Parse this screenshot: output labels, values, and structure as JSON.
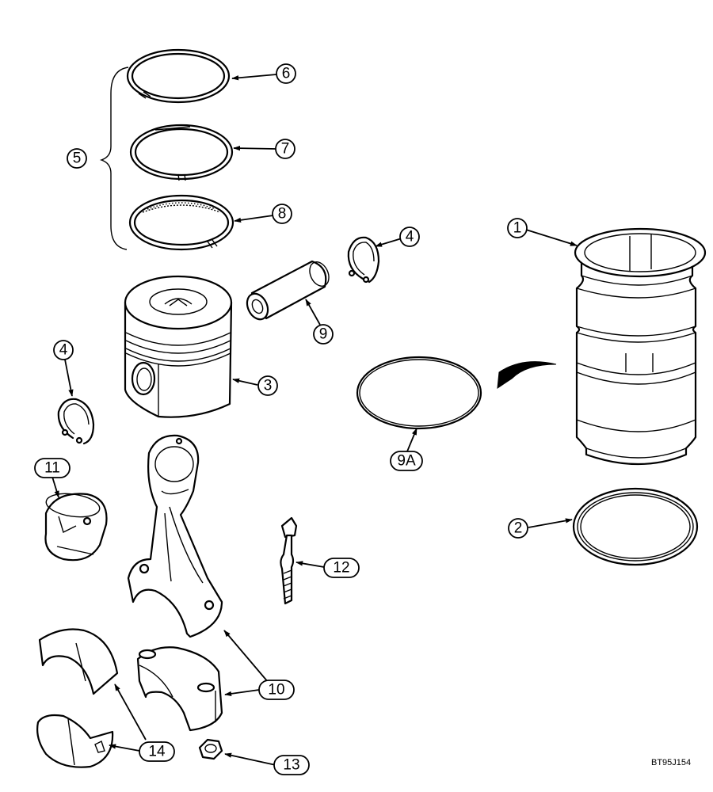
{
  "callouts": {
    "c1": "1",
    "c2": "2",
    "c3": "3",
    "c4a": "4",
    "c4b": "4",
    "c5": "5",
    "c6": "6",
    "c7": "7",
    "c8": "8",
    "c9": "9",
    "c9a": "9A",
    "c10": "10",
    "c11": "11",
    "c12": "12",
    "c13": "13",
    "c14": "14"
  },
  "figure_code": "BT95J154"
}
